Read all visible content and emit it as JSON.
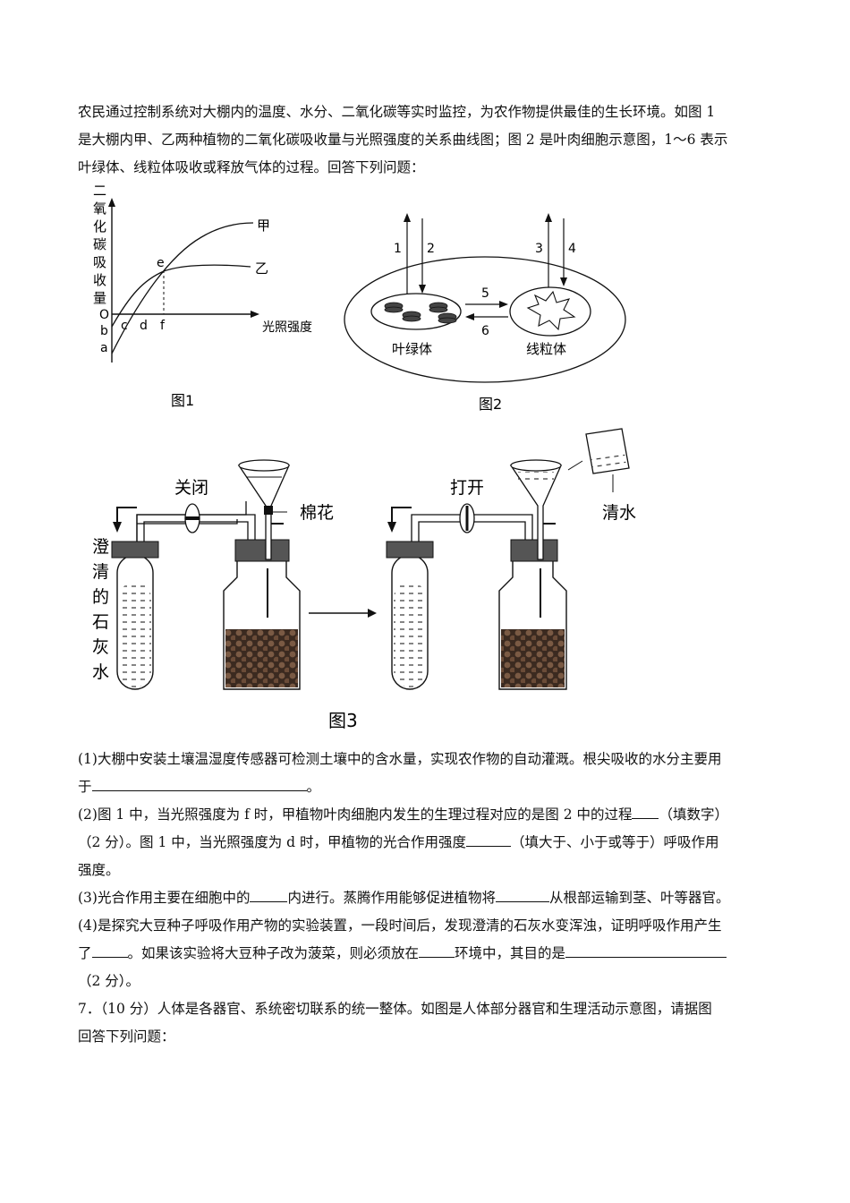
{
  "intro": {
    "line1": "农民通过控制系统对大棚内的温度、水分、二氧化碳等实时监控，为农作物提供最佳的生长环境。如图 1",
    "line2": "是大棚内甲、乙两种植物的二氧化碳吸收量与光照强度的关系曲线图；图 2 是叶肉细胞示意图，1～6 表示",
    "line3": "叶绿体、线粒体吸收或释放气体的过程。回答下列问题："
  },
  "figure1": {
    "ylabel_chars": [
      "二",
      "氧",
      "化",
      "碳",
      "吸",
      "收",
      "量"
    ],
    "xlabel": "光照强度",
    "origin": "O",
    "points": [
      "a",
      "b",
      "c",
      "d",
      "e",
      "f"
    ],
    "curve_jia": "甲",
    "curve_yi": "乙",
    "caption": "图1"
  },
  "figure2": {
    "arrows": [
      "1",
      "2",
      "3",
      "4",
      "5",
      "6"
    ],
    "chloroplast": "叶绿体",
    "mitochondrion": "线粒体",
    "caption": "图2"
  },
  "figure3": {
    "closed": "关闭",
    "open": "打开",
    "cotton": "棉花",
    "water": "清水",
    "limewater_chars": [
      "澄",
      "清",
      "的",
      "石",
      "灰",
      "水"
    ],
    "caption": "图3"
  },
  "q1": {
    "a": "(1)大棚中安装土壤温湿度传感器可检测土壤中的含水量，实现农作物的自动灌溉。根尖吸收的水分主要用",
    "b": "于",
    "c": "。"
  },
  "q2": {
    "a": "(2)图 1 中，当光照强度为 f 时，甲植物叶肉细胞内发生的生理过程对应的是图 2 中的过程",
    "b": "（填数字）",
    "c": "（2 分）。图 1 中，当光照强度为 d 时，甲植物的光合作用强度",
    "d": "（填大于、小于或等于）呼吸作用",
    "e": "强度。"
  },
  "q3": {
    "a": "(3)光合作用主要在细胞中的",
    "b": "内进行。蒸腾作用能够促进植物将",
    "c": "从根部运输到茎、叶等器官。"
  },
  "q4": {
    "a": "(4)是探究大豆种子呼吸作用产物的实验装置，一段时间后，发现澄清的石灰水变浑浊，证明呼吸作用产生",
    "b": "了",
    "c": "。如果该实验将大豆种子改为菠菜，则必须放在",
    "d": "环境中，其目的是",
    "e": "（2 分）。"
  },
  "q7": {
    "a": "7．（10 分）人体是各器官、系统密切联系的统一整体。如图是人体部分器官和生理活动示意图，请据图",
    "b": "回答下列问题："
  }
}
